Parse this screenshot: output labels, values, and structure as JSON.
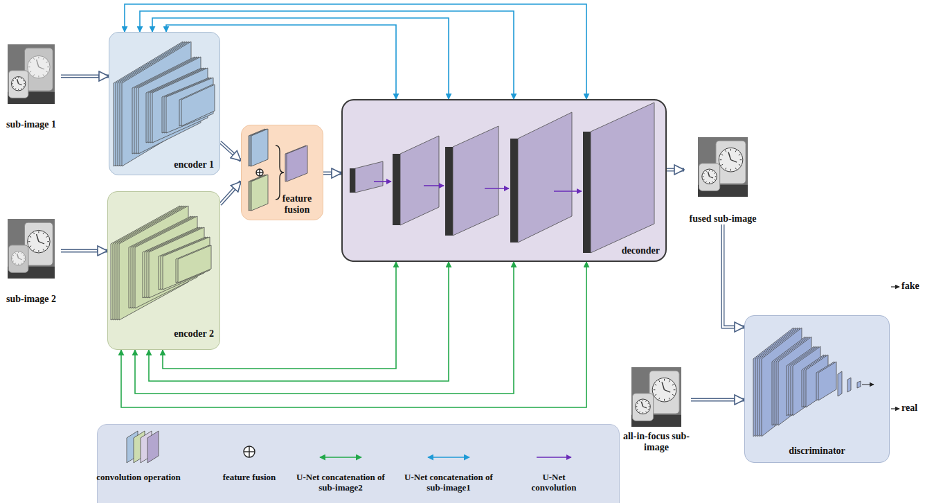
{
  "diagram": {
    "nodes": [
      {
        "text": [
          "sub-image 1"
        ]
      },
      {
        "text": [
          "sub-image 2"
        ]
      },
      {
        "text": [
          "encoder 1"
        ]
      },
      {
        "text": [
          "encoder 2"
        ]
      },
      {
        "text": [
          "feature fusion"
        ]
      },
      {
        "text": [
          "deconder"
        ]
      },
      {
        "text": [
          "fused sub-image"
        ]
      },
      {
        "text": [
          "discriminator"
        ]
      },
      {
        "text": [
          "all-in-focus sub-image"
        ]
      }
    ],
    "edges": [
      {
        "from": 0,
        "to": 2,
        "arrow": "to"
      },
      {
        "from": 1,
        "to": 3,
        "arrow": "to"
      },
      {
        "from": 2,
        "to": 4,
        "arrow": "to"
      },
      {
        "from": 3,
        "to": 4,
        "arrow": "to"
      },
      {
        "from": 4,
        "to": 5,
        "arrow": "to"
      },
      {
        "from": 2,
        "to": 5,
        "arrow": "both"
      },
      {
        "from": 2,
        "to": 5,
        "arrow": "both"
      },
      {
        "from": 2,
        "to": 5,
        "arrow": "both"
      },
      {
        "from": 2,
        "to": 5,
        "arrow": "both"
      },
      {
        "from": 3,
        "to": 5,
        "arrow": "both"
      },
      {
        "from": 3,
        "to": 5,
        "arrow": "both"
      },
      {
        "from": 3,
        "to": 5,
        "arrow": "both"
      },
      {
        "from": 3,
        "to": 5,
        "arrow": "both"
      },
      {
        "from": 5,
        "to": 6,
        "arrow": "to"
      },
      {
        "from": 6,
        "to": 7,
        "arrow": "to"
      },
      {
        "from": 8,
        "to": 7,
        "arrow": "to"
      }
    ],
    "labels": [
      "fake",
      "real"
    ],
    "legend": [
      {
        "text": "convolution operation"
      },
      {
        "text": "feature fusion"
      },
      {
        "text": "U-Net concatenation of sub-image2"
      },
      {
        "text": "U-Net concatenation of sub-image1"
      },
      {
        "text": "U-Net convolution"
      }
    ]
  }
}
